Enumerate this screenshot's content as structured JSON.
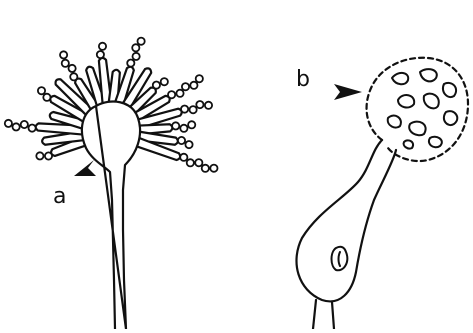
{
  "figure": {
    "panels": [
      {
        "label": "a",
        "subject": "conidiophore-with-radiating-phialides-and-spore-chains"
      },
      {
        "label": "b",
        "subject": "sporangiophore-with-ruptured-sporangium"
      }
    ],
    "ink_color": "#111111",
    "background_color": "#ffffff"
  }
}
